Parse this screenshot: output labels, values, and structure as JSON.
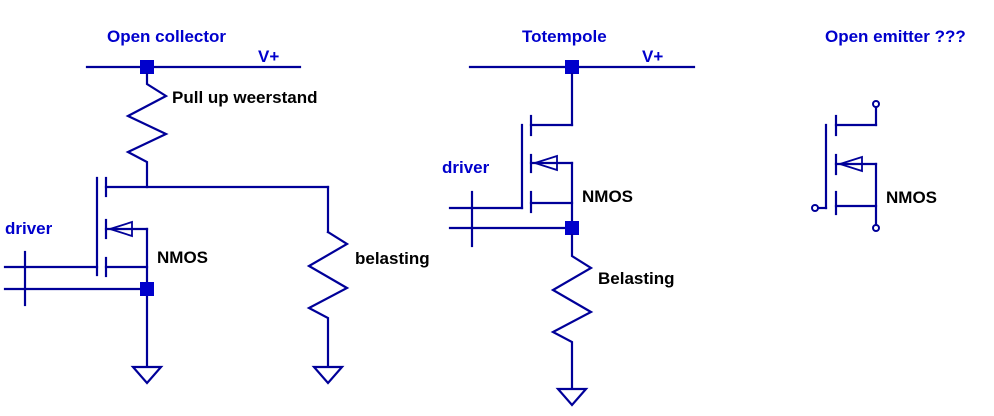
{
  "titles": {
    "open_collector": "Open collector",
    "totempole": "Totempole",
    "open_emitter": "Open emitter ???"
  },
  "labels": {
    "vplus": "V+",
    "pull_up": "Pull up weerstand",
    "driver": "driver",
    "nmos": "NMOS",
    "load_lower": "belasting",
    "load_upper": "Belasting"
  },
  "colors": {
    "wire": "#000099",
    "node": "#0000cc",
    "title_text": "#0000cc",
    "label_text": "#000000"
  }
}
